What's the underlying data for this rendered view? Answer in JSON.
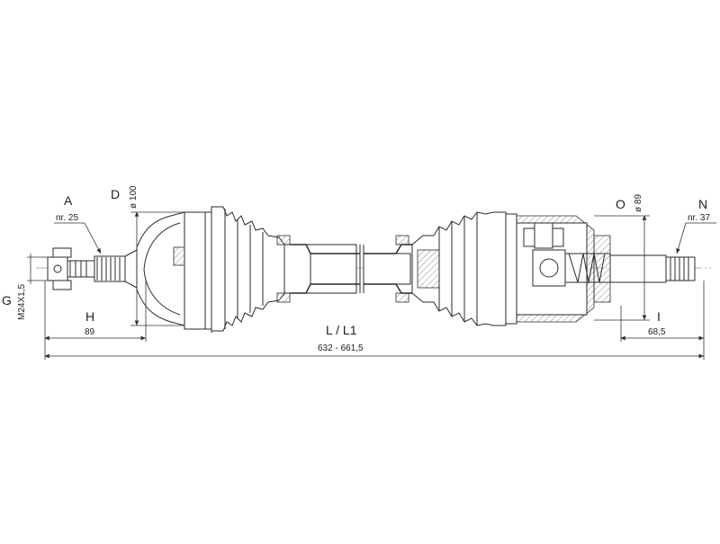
{
  "labels": {
    "A": "A",
    "A_sub": "nr. 25",
    "D": "D",
    "D_value": "ø 100",
    "O": "O",
    "O_value": "ø 89",
    "N": "N",
    "N_sub": "nr. 37",
    "G": "G",
    "G_value": "M24X1,5",
    "H": "H",
    "H_value": "89",
    "L": "L / L1",
    "L_value": "632 - 661,5",
    "I": "I",
    "I_value": "68,5"
  }
}
